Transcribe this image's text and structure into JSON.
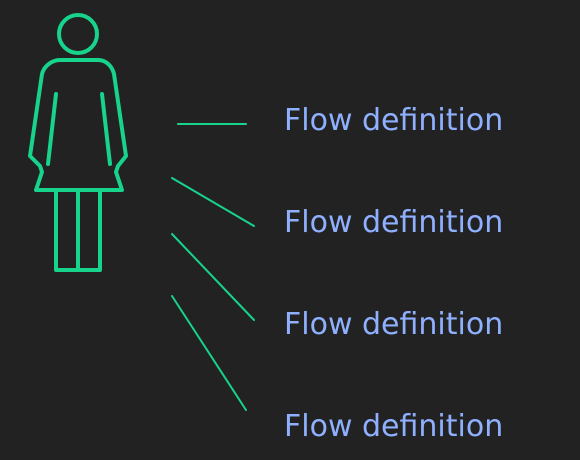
{
  "colors": {
    "background": "#222222",
    "accent": "#17d38c",
    "label": "#8fb0ff"
  },
  "actor": {
    "icon": "woman-person-icon"
  },
  "flows": [
    {
      "label": "Flow definition"
    },
    {
      "label": "Flow definition"
    },
    {
      "label": "Flow definition"
    },
    {
      "label": "Flow definition"
    }
  ]
}
